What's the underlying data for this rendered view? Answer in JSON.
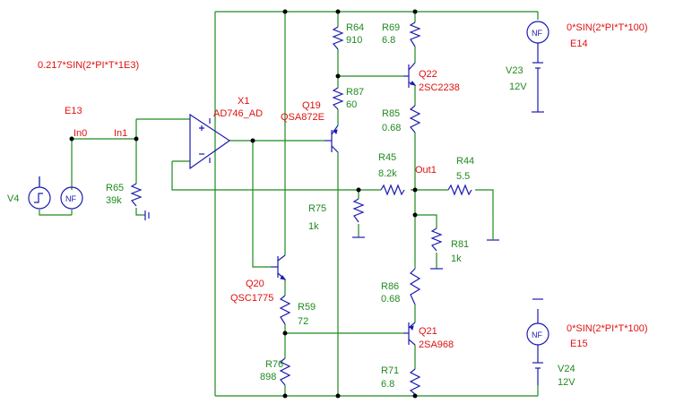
{
  "sources": {
    "e13_expr": "0.217*SIN(2*PI*T*1E3)",
    "e13_name": "E13",
    "e14_expr": "0*SIN(2*PI*T*100)",
    "e14_name": "E14",
    "e15_expr": "0*SIN(2*PI*T*100)",
    "e15_name": "E15",
    "v4": "V4",
    "v23": "V23",
    "v23_val": "12V",
    "v24": "V24",
    "v24_val": "12V",
    "nf": "NF"
  },
  "nodes": {
    "in0": "In0",
    "in1": "In1",
    "out1": "Out1"
  },
  "opamp": {
    "name": "X1",
    "part": "AD746_AD"
  },
  "transistors": [
    {
      "name": "Q19",
      "part": "QSA872E"
    },
    {
      "name": "Q20",
      "part": "QSC1775"
    },
    {
      "name": "Q22",
      "part": "2SC2238"
    },
    {
      "name": "Q21",
      "part": "2SA968"
    }
  ],
  "resistors": [
    {
      "name": "R64",
      "value": "910"
    },
    {
      "name": "R87",
      "value": "60"
    },
    {
      "name": "R69",
      "value": "6.8"
    },
    {
      "name": "R85",
      "value": "0.68"
    },
    {
      "name": "R45",
      "value": "8.2k"
    },
    {
      "name": "R44",
      "value": "5.5"
    },
    {
      "name": "R75",
      "value": "1k"
    },
    {
      "name": "R81",
      "value": "1k"
    },
    {
      "name": "R65",
      "value": "39k"
    },
    {
      "name": "R86",
      "value": "0.68"
    },
    {
      "name": "R59",
      "value": "72"
    },
    {
      "name": "R76",
      "value": "898"
    },
    {
      "name": "R71",
      "value": "6.8"
    }
  ],
  "colors": {
    "wire": "#1f8a1f",
    "component": "#1a1ab0",
    "label_red": "#e01010",
    "label_green": "#1f8a1f"
  }
}
